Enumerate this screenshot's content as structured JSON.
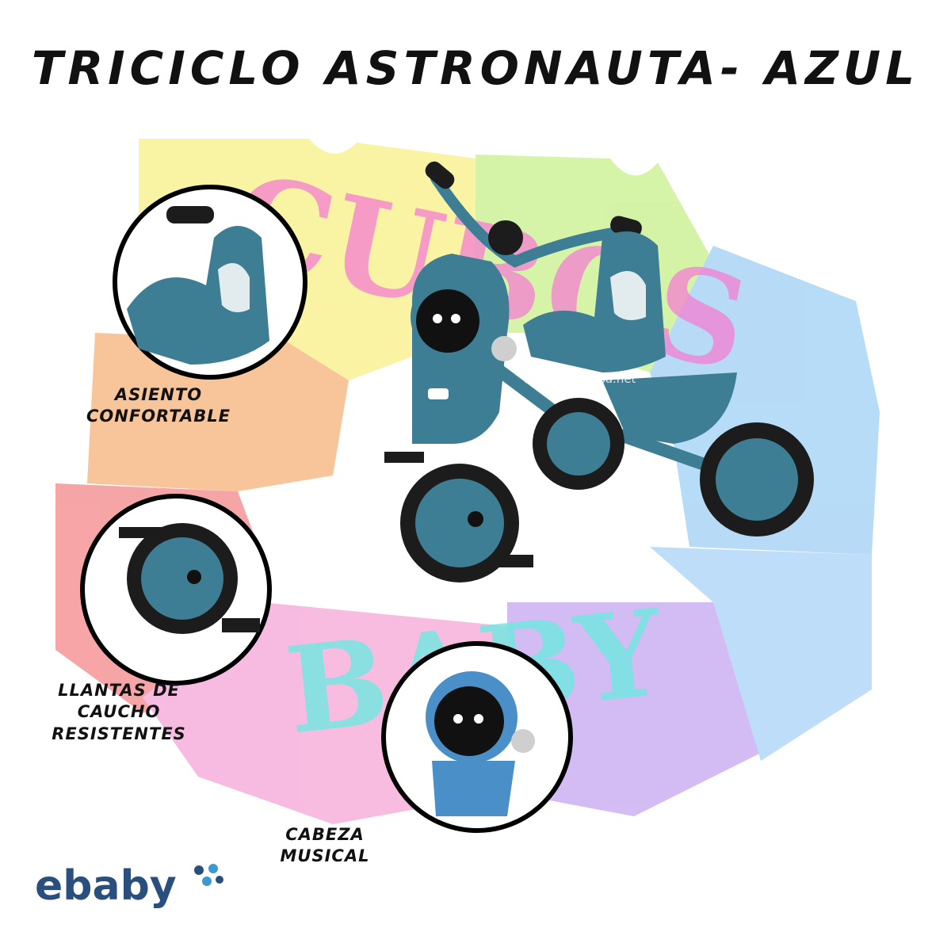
{
  "header": {
    "title": "TRICICLO ASTRONAUTA- AZUL"
  },
  "background": {
    "word_top": "CUBOS",
    "word_bottom": "BABY",
    "puzzle_colors": [
      "#f7f08a",
      "#c9f08a",
      "#9fd2f5",
      "#f7b27a",
      "#f5888a",
      "#f5a6d8",
      "#c6a6f2",
      "#a9d3f7"
    ]
  },
  "product": {
    "watermark": "www.ebabyusa.net",
    "color": "#3e7e94"
  },
  "features": [
    {
      "lines": [
        "ASIENTO",
        "CONFORTABLE"
      ]
    },
    {
      "lines": [
        "LLANTAS DE",
        "CAUCHO",
        "RESISTENTES"
      ]
    },
    {
      "lines": [
        "CABEZA",
        "MUSICAL"
      ]
    }
  ],
  "logo": {
    "text": "ebaby"
  }
}
